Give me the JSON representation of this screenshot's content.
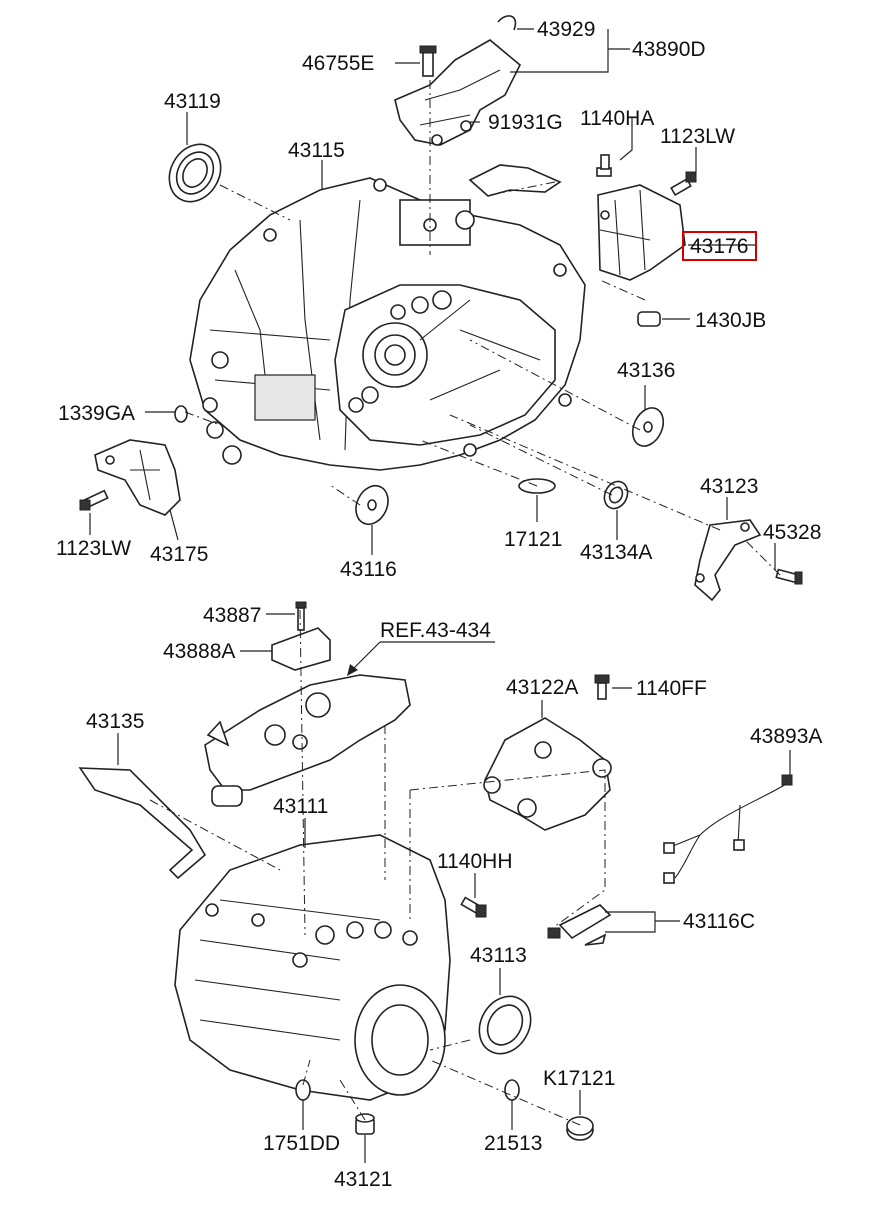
{
  "highlight_color": "#d40000",
  "labels": {
    "p43929": "43929",
    "p43890D": "43890D",
    "p46755E": "46755E",
    "p43119": "43119",
    "p91931G": "91931G",
    "p1140HA": "1140HA",
    "p1123LW_top": "1123LW",
    "p43115": "43115",
    "p43176": "43176",
    "p1430JB": "1430JB",
    "p43136": "43136",
    "p1339GA": "1339GA",
    "p43123": "43123",
    "p45328": "45328",
    "p17121": "17121",
    "p43134A": "43134A",
    "p1123LW_left": "1123LW",
    "p43175": "43175",
    "p43116": "43116",
    "p43887": "43887",
    "pREF": "REF.43-434",
    "p43888A": "43888A",
    "p43122A": "43122A",
    "p1140FF": "1140FF",
    "p43135": "43135",
    "p43893A": "43893A",
    "p43111": "43111",
    "p1140HH": "1140HH",
    "p43116C": "43116C",
    "p43113": "43113",
    "pK17121": "K17121",
    "p1751DD": "1751DD",
    "p21513": "21513",
    "p43121": "43121"
  }
}
